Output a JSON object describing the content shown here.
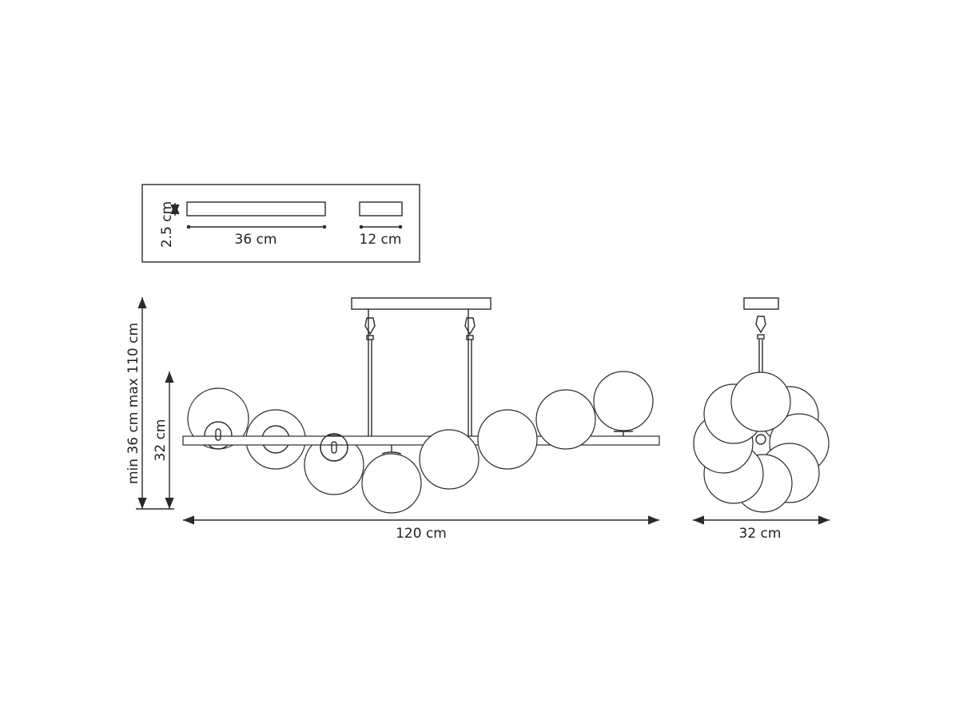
{
  "mount_plate": {
    "height_label": "2.5 cm",
    "length_label": "36 cm",
    "width_label": "12 cm"
  },
  "front_view": {
    "height_range_label": "min 36 cm max 110 cm",
    "body_height_label": "32 cm",
    "width_label": "120 cm"
  },
  "side_view": {
    "width_label": "32 cm"
  }
}
